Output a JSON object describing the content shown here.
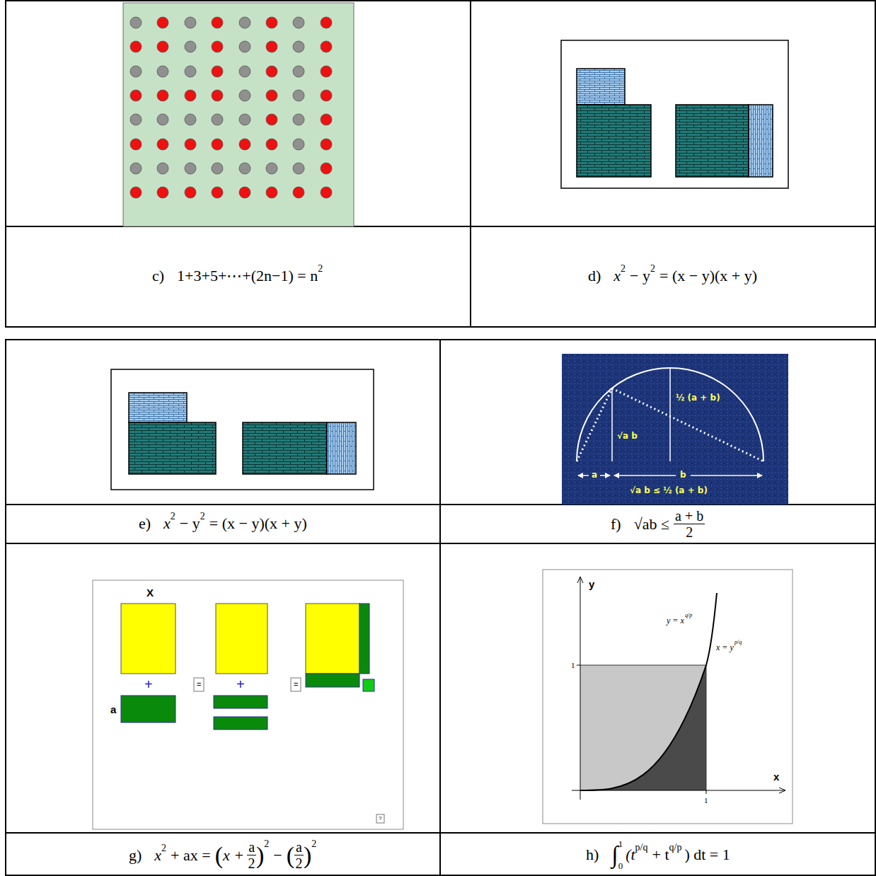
{
  "diagram": {
    "labels": [
      "c)",
      "1+3+5+⋯+(2n−1) = n",
      "2",
      "d)",
      "x",
      "2",
      "− y",
      "2",
      "= (x − y)(x + y)",
      "e)",
      "x",
      "2",
      "− y",
      "2",
      "= (x − y)(x + y)",
      "f)",
      "√ab ≤",
      "a + b",
      "2",
      "g)",
      "x",
      "2",
      "+ ax =",
      "(",
      "x +",
      "a",
      "2",
      ")",
      "2",
      "−",
      "(",
      "a",
      "2",
      ")",
      "2",
      "h)",
      "∫",
      "1",
      "0",
      "(t",
      "p/q",
      "+ t",
      "q/p",
      ") dt = 1",
      "½ (a + b)",
      "√a b",
      "a",
      "b",
      "√a b ≤ ½ (a + b)",
      "X",
      "a",
      "+",
      "=",
      "+",
      "=",
      "?",
      "y",
      "y = x",
      "q/p",
      "x = y",
      "p/q",
      "1",
      "1",
      "x"
    ]
  }
}
